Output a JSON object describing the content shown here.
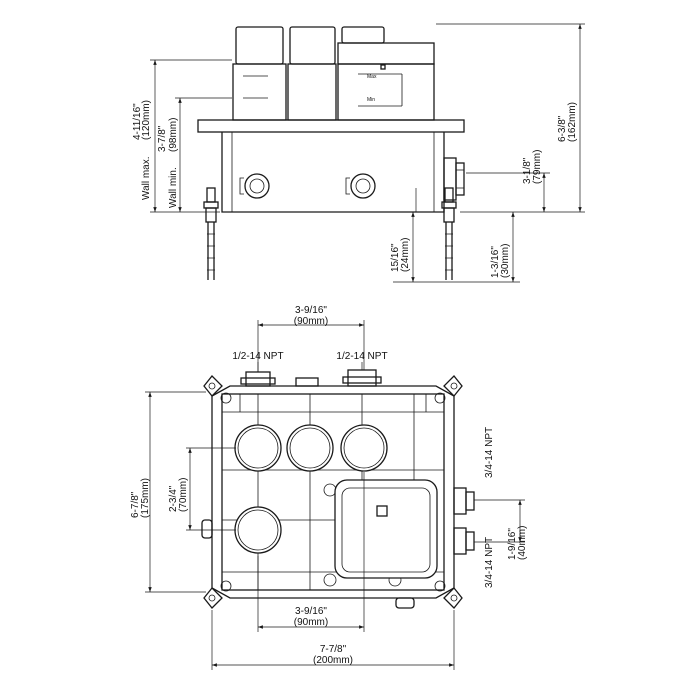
{
  "side_view": {
    "wall_max_label": "Wall max.",
    "wall_max_in": "4-11/16\"",
    "wall_max_mm": "(120mm)",
    "wall_min_label": "Wall min.",
    "wall_min_in": "3-7/8\"",
    "wall_min_mm": "(98mm)",
    "overall_height_in": "6-3/8\"",
    "overall_height_mm": "(162mm)",
    "body_height_in": "3-1/8\"",
    "body_height_mm": "(79mm)",
    "lower_a_in": "15/16\"",
    "lower_a_mm": "(24mm)",
    "lower_b_in": "1-3/16\"",
    "lower_b_mm": "(30mm)",
    "knob_max": "Max",
    "knob_min": "Min"
  },
  "top_view": {
    "spacing_top_in": "3-9/16\"",
    "spacing_top_mm": "(90mm)",
    "npt_left": "1/2-14 NPT",
    "npt_right": "1/2-14 NPT",
    "depth_in": "6-7/8\"",
    "depth_mm": "(175mm)",
    "port_spacing_in": "2-3/4\"",
    "port_spacing_mm": "(70mm)",
    "npt_side_upper": "3/4-14 NPT",
    "npt_side_lower": "3/4-14 NPT",
    "side_spacing_in": "1-9/16\"",
    "side_spacing_mm": "(40mm)",
    "spacing_bottom_in": "3-9/16\"",
    "spacing_bottom_mm": "(90mm)",
    "width_in": "7-7/8\"",
    "width_mm": "(200mm)"
  }
}
